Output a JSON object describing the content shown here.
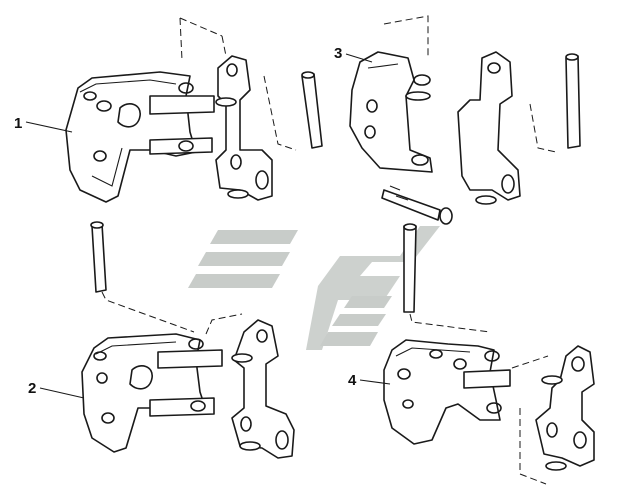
{
  "diagram": {
    "parts": [
      {
        "id": "1",
        "label": "1"
      },
      {
        "id": "2",
        "label": "2"
      },
      {
        "id": "3",
        "label": "3"
      },
      {
        "id": "4",
        "label": "4"
      }
    ]
  },
  "colors": {
    "line": "#1a1a1a",
    "watermark": "#c8ccc9",
    "background": "#ffffff"
  }
}
